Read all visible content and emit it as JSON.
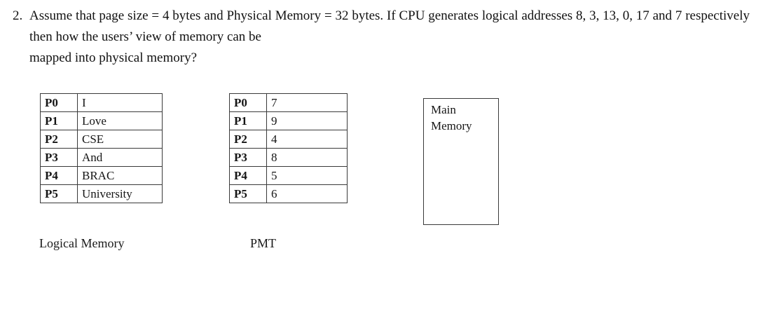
{
  "question": {
    "number": "2.",
    "line1": "Assume that page size = 4 bytes and Physical Memory = 32 bytes. If CPU generates logical addresses 8, 3, 13, 0, 17 and 7 respectively then how the users’ view of memory can be",
    "line2": "mapped into physical memory?"
  },
  "logical_memory": {
    "caption": "Logical Memory",
    "rows": [
      {
        "page": "P0",
        "content": "I"
      },
      {
        "page": "P1",
        "content": "Love"
      },
      {
        "page": "P2",
        "content": "CSE"
      },
      {
        "page": "P3",
        "content": "And"
      },
      {
        "page": "P4",
        "content": "BRAC"
      },
      {
        "page": "P5",
        "content": "University"
      }
    ]
  },
  "pmt": {
    "caption": "PMT",
    "rows": [
      {
        "page": "P0",
        "frame": "7"
      },
      {
        "page": "P1",
        "frame": "9"
      },
      {
        "page": "P2",
        "frame": "4"
      },
      {
        "page": "P3",
        "frame": "8"
      },
      {
        "page": "P4",
        "frame": "5"
      },
      {
        "page": "P5",
        "frame": "6"
      }
    ]
  },
  "main_memory": {
    "label_line1": "Main",
    "label_line2": "Memory"
  },
  "colors": {
    "page_background": "#ffffff",
    "text": "#111111",
    "border": "#3a3a3a"
  }
}
